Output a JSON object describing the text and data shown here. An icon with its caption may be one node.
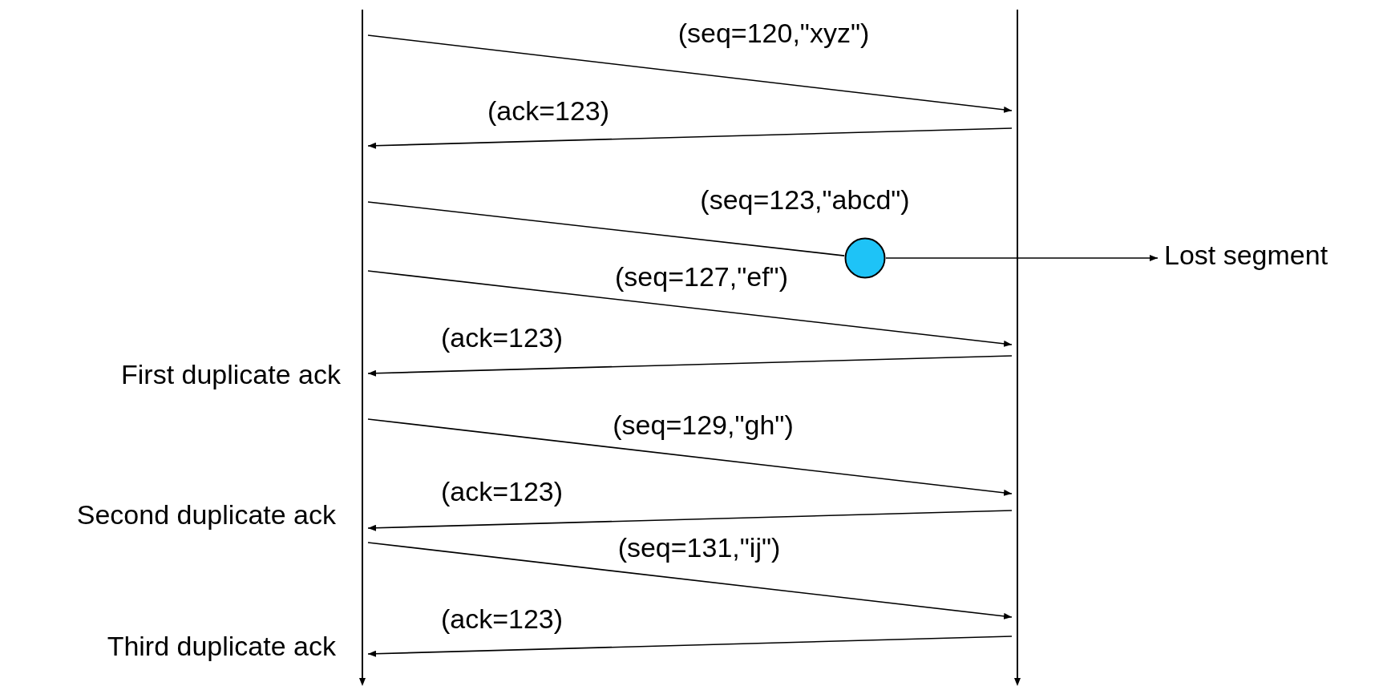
{
  "diagram": {
    "nodes": [
      {
        "text": [],
        "shape": "bar"
      },
      {
        "text": [],
        "shape": "bar"
      },
      {
        "text": [],
        "shape": "circle"
      },
      {
        "text": [
          "Lost segment"
        ]
      }
    ],
    "edges": [
      {
        "from": 0,
        "to": 1,
        "arrow": "to",
        "label": "(seq=120,\"xyz\")"
      },
      {
        "from": 1,
        "to": 0,
        "arrow": "to",
        "label": "(ack=123)"
      },
      {
        "from": 0,
        "to": 2,
        "arrow": "none",
        "label": "(seq=123,\"abcd\")"
      },
      {
        "from": 2,
        "to": 3,
        "arrow": "to"
      },
      {
        "from": 0,
        "to": 1,
        "arrow": "to",
        "label": "(seq=127,\"ef\")"
      },
      {
        "from": 1,
        "to": 0,
        "arrow": "to",
        "label": "(ack=123)"
      },
      {
        "from": 0,
        "to": 1,
        "arrow": "to",
        "label": "(seq=129,\"gh\")"
      },
      {
        "from": 1,
        "to": 0,
        "arrow": "to",
        "label": "(ack=123)"
      },
      {
        "from": 0,
        "to": 1,
        "arrow": "to",
        "label": "(seq=131,\"ij\")"
      },
      {
        "from": 1,
        "to": 0,
        "arrow": "to",
        "label": "(ack=123)"
      }
    ],
    "labels": [
      "First duplicate ack",
      "Second duplicate ack",
      "Third duplicate ack"
    ]
  }
}
